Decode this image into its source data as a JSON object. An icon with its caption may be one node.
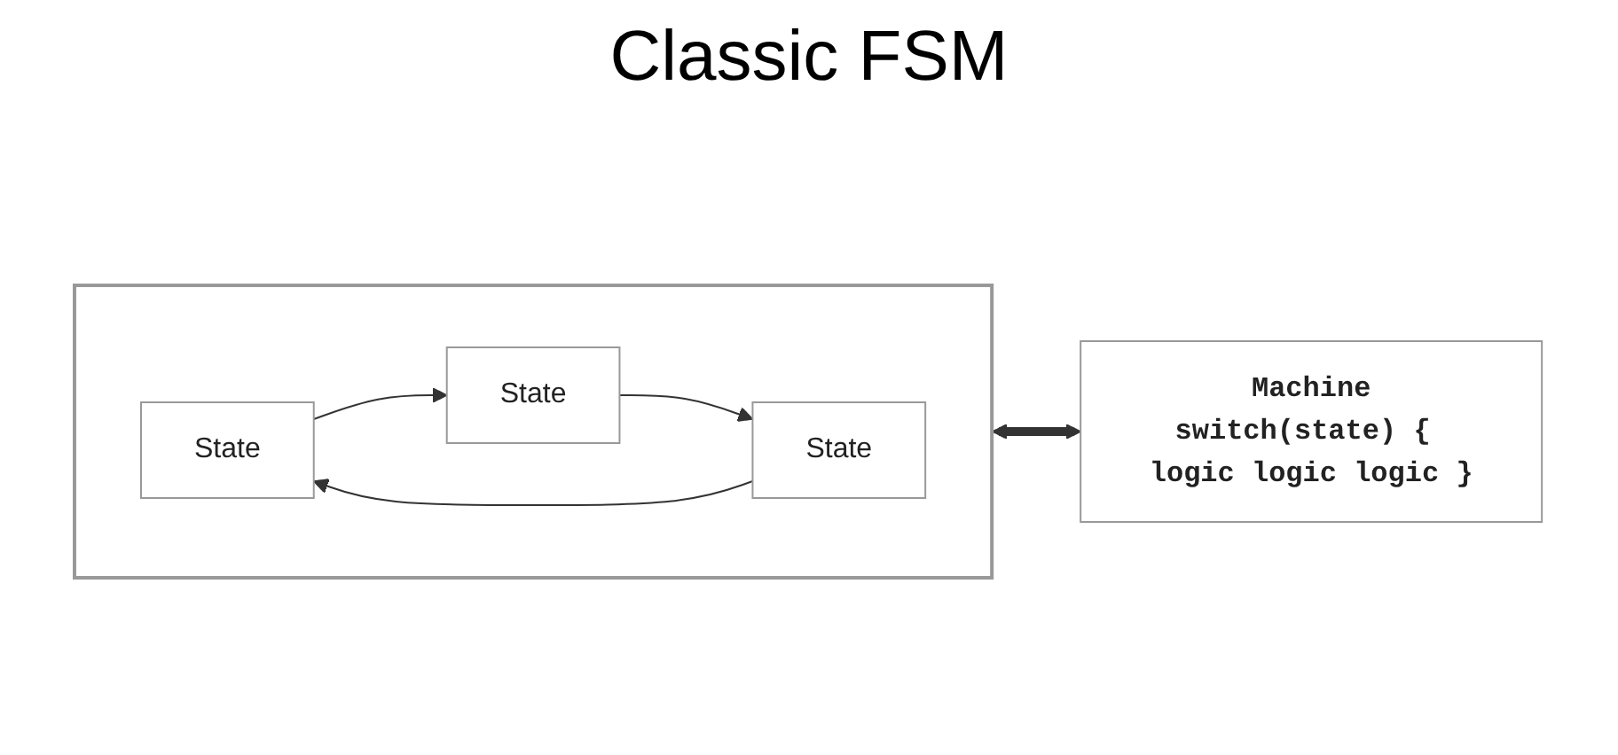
{
  "diagram": {
    "title": "Classic FSM",
    "nodes": [
      {
        "text": [],
        "shape": "box"
      },
      {
        "text": [
          "State"
        ],
        "in": 0
      },
      {
        "text": [
          "State"
        ],
        "in": 0
      },
      {
        "text": [
          "State"
        ],
        "in": 0
      },
      {
        "text": [
          "Machine",
          "switch(state) { logic logic logic }"
        ]
      }
    ],
    "edges": [
      {
        "from": 1,
        "to": 2,
        "arrow": "to"
      },
      {
        "from": 2,
        "to": 3,
        "arrow": "to"
      },
      {
        "from": 3,
        "to": 1,
        "arrow": "to"
      },
      {
        "from": 0,
        "to": 4,
        "arrow": "both",
        "style": "thick"
      }
    ]
  }
}
